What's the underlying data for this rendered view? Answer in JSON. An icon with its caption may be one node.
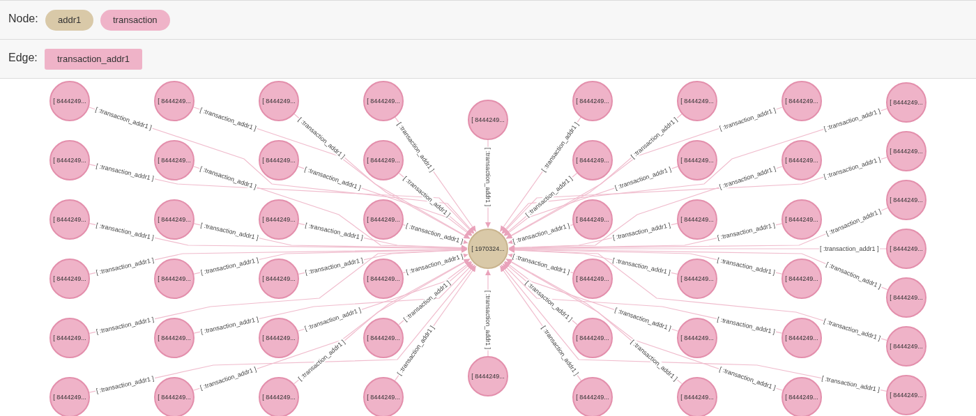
{
  "diagram": {
    "nodes": [
      {
        "text": [
          "[ 1970324..."
        ]
      },
      {
        "text": [
          "[ 8444249..."
        ]
      },
      {
        "text": [
          "[ 8444249..."
        ]
      },
      {
        "text": [
          "[ 8444249..."
        ]
      },
      {
        "text": [
          "[ 8444249..."
        ]
      },
      {
        "text": [
          "[ 8444249..."
        ]
      },
      {
        "text": [
          "[ 8444249..."
        ]
      },
      {
        "text": [
          "[ 8444249..."
        ]
      },
      {
        "text": [
          "[ 8444249..."
        ]
      },
      {
        "text": [
          "[ 8444249..."
        ]
      },
      {
        "text": [
          "[ 8444249..."
        ]
      },
      {
        "text": [
          "[ 8444249..."
        ]
      },
      {
        "text": [
          "[ 8444249..."
        ]
      },
      {
        "text": [
          "[ 8444249..."
        ]
      },
      {
        "text": [
          "[ 8444249..."
        ]
      },
      {
        "text": [
          "[ 8444249..."
        ]
      },
      {
        "text": [
          "[ 8444249..."
        ]
      },
      {
        "text": [
          "[ 8444249..."
        ]
      },
      {
        "text": [
          "[ 8444249..."
        ]
      },
      {
        "text": [
          "[ 8444249..."
        ]
      },
      {
        "text": [
          "[ 8444249..."
        ]
      },
      {
        "text": [
          "[ 8444249..."
        ]
      },
      {
        "text": [
          "[ 8444249..."
        ]
      },
      {
        "text": [
          "[ 8444249..."
        ]
      },
      {
        "text": [
          "[ 8444249..."
        ]
      },
      {
        "text": [
          "[ 8444249..."
        ]
      },
      {
        "text": [
          "[ 8444249..."
        ]
      },
      {
        "text": [
          "[ 8444249..."
        ]
      },
      {
        "text": [
          "[ 8444249..."
        ]
      },
      {
        "text": [
          "[ 8444249..."
        ]
      },
      {
        "text": [
          "[ 8444249..."
        ]
      },
      {
        "text": [
          "[ 8444249..."
        ]
      },
      {
        "text": [
          "[ 8444249..."
        ]
      },
      {
        "text": [
          "[ 8444249..."
        ]
      },
      {
        "text": [
          "[ 8444249..."
        ]
      },
      {
        "text": [
          "[ 8444249..."
        ]
      },
      {
        "text": [
          "[ 8444249..."
        ]
      },
      {
        "text": [
          "[ 8444249..."
        ]
      },
      {
        "text": [
          "[ 8444249..."
        ]
      },
      {
        "text": [
          "[ 8444249..."
        ]
      },
      {
        "text": [
          "[ 8444249..."
        ]
      },
      {
        "text": [
          "[ 8444249..."
        ]
      },
      {
        "text": [
          "[ 8444249..."
        ]
      },
      {
        "text": [
          "[ 8444249..."
        ]
      },
      {
        "text": [
          "[ 8444249..."
        ]
      },
      {
        "text": [
          "[ 8444249..."
        ]
      },
      {
        "text": [
          "[ 8444249..."
        ]
      },
      {
        "text": [
          "[ 8444249..."
        ]
      },
      {
        "text": [
          "[ 8444249..."
        ]
      },
      {
        "text": [
          "[ 8444249..."
        ]
      },
      {
        "text": [
          "[ 8444249..."
        ]
      },
      {
        "text": [
          "[ 8444249..."
        ]
      }
    ],
    "edges": [
      {
        "from": 1,
        "to": 0,
        "arrow": "to",
        "label": "[ :transaction_addr1 ]"
      },
      {
        "from": 2,
        "to": 0,
        "arrow": "to",
        "label": "[ :transaction_addr1 ]"
      },
      {
        "from": 3,
        "to": 0,
        "arrow": "to",
        "label": "[ :transaction_addr1 ]"
      },
      {
        "from": 4,
        "to": 0,
        "arrow": "to",
        "label": "[ :transaction_addr1 ]"
      },
      {
        "from": 5,
        "to": 0,
        "arrow": "to",
        "label": "[ :transaction_addr1 ]"
      },
      {
        "from": 6,
        "to": 0,
        "arrow": "to",
        "label": "[ :transaction_addr1 ]"
      },
      {
        "from": 7,
        "to": 0,
        "arrow": "to",
        "label": "[ :transaction_addr1 ]"
      },
      {
        "from": 8,
        "to": 0,
        "arrow": "to",
        "label": "[ :transaction_addr1 ]"
      },
      {
        "from": 9,
        "to": 0,
        "arrow": "to",
        "label": "[ :transaction_addr1 ]"
      },
      {
        "from": 10,
        "to": 0,
        "arrow": "to",
        "label": "[ :transaction_addr1 ]"
      },
      {
        "from": 11,
        "to": 0,
        "arrow": "to",
        "label": "[ :transaction_addr1 ]"
      },
      {
        "from": 12,
        "to": 0,
        "arrow": "to",
        "label": "[ :transaction_addr1 ]"
      },
      {
        "from": 13,
        "to": 0,
        "arrow": "to",
        "label": "[ :transaction_addr1 ]"
      },
      {
        "from": 14,
        "to": 0,
        "arrow": "to",
        "label": "[ :transaction_addr1 ]"
      },
      {
        "from": 15,
        "to": 0,
        "arrow": "to",
        "label": "[ :transaction_addr1 ]"
      },
      {
        "from": 16,
        "to": 0,
        "arrow": "to",
        "label": "[ :transaction_addr1 ]"
      },
      {
        "from": 17,
        "to": 0,
        "arrow": "to",
        "label": "[ :transaction_addr1 ]"
      },
      {
        "from": 18,
        "to": 0,
        "arrow": "to",
        "label": "[ :transaction_addr1 ]"
      },
      {
        "from": 19,
        "to": 0,
        "arrow": "to",
        "label": "[ :transaction_addr1 ]"
      },
      {
        "from": 20,
        "to": 0,
        "arrow": "to",
        "label": "[ :transaction_addr1 ]"
      },
      {
        "from": 21,
        "to": 0,
        "arrow": "to",
        "label": "[ :transaction_addr1 ]"
      },
      {
        "from": 22,
        "to": 0,
        "arrow": "to",
        "label": "[ :transaction_addr1 ]"
      },
      {
        "from": 23,
        "to": 0,
        "arrow": "to",
        "label": "[ :transaction_addr1 ]"
      },
      {
        "from": 24,
        "to": 0,
        "arrow": "to",
        "label": "[ :transaction_addr1 ]"
      },
      {
        "from": 25,
        "to": 0,
        "arrow": "to",
        "label": "[ :transaction_addr1 ]"
      },
      {
        "from": 26,
        "to": 0,
        "arrow": "to",
        "label": "[ :transaction_addr1 ]"
      },
      {
        "from": 27,
        "to": 0,
        "arrow": "to",
        "label": "[ :transaction_addr1 ]"
      },
      {
        "from": 28,
        "to": 0,
        "arrow": "to",
        "label": "[ :transaction_addr1 ]"
      },
      {
        "from": 29,
        "to": 0,
        "arrow": "to",
        "label": "[ :transaction_addr1 ]"
      },
      {
        "from": 30,
        "to": 0,
        "arrow": "to",
        "label": "[ :transaction_addr1 ]"
      },
      {
        "from": 31,
        "to": 0,
        "arrow": "to",
        "label": "[ :transaction_addr1 ]"
      },
      {
        "from": 32,
        "to": 0,
        "arrow": "to",
        "label": "[ :transaction_addr1 ]"
      },
      {
        "from": 33,
        "to": 0,
        "arrow": "to",
        "label": "[ :transaction_addr1 ]"
      },
      {
        "from": 34,
        "to": 0,
        "arrow": "to",
        "label": "[ :transaction_addr1 ]"
      },
      {
        "from": 35,
        "to": 0,
        "arrow": "to",
        "label": "[ :transaction_addr1 ]"
      },
      {
        "from": 36,
        "to": 0,
        "arrow": "to",
        "label": "[ :transaction_addr1 ]"
      },
      {
        "from": 37,
        "to": 0,
        "arrow": "to",
        "label": "[ :transaction_addr1 ]"
      },
      {
        "from": 38,
        "to": 0,
        "arrow": "to",
        "label": "[ :transaction_addr1 ]"
      },
      {
        "from": 39,
        "to": 0,
        "arrow": "to",
        "label": "[ :transaction_addr1 ]"
      },
      {
        "from": 40,
        "to": 0,
        "arrow": "to",
        "label": "[ :transaction_addr1 ]"
      },
      {
        "from": 41,
        "to": 0,
        "arrow": "to",
        "label": "[ :transaction_addr1 ]"
      },
      {
        "from": 42,
        "to": 0,
        "arrow": "to",
        "label": "[ :transaction_addr1 ]"
      },
      {
        "from": 43,
        "to": 0,
        "arrow": "to",
        "label": "[ :transaction_addr1 ]"
      },
      {
        "from": 44,
        "to": 0,
        "arrow": "to",
        "label": "[ :transaction_addr1 ]"
      },
      {
        "from": 45,
        "to": 0,
        "arrow": "to",
        "label": "[ :transaction_addr1 ]"
      },
      {
        "from": 46,
        "to": 0,
        "arrow": "to",
        "label": "[ :transaction_addr1 ]"
      },
      {
        "from": 47,
        "to": 0,
        "arrow": "to",
        "label": "[ :transaction_addr1 ]"
      },
      {
        "from": 48,
        "to": 0,
        "arrow": "to",
        "label": "[ :transaction_addr1 ]"
      },
      {
        "from": 49,
        "to": 0,
        "arrow": "to",
        "label": "[ :transaction_addr1 ]"
      },
      {
        "from": 50,
        "to": 0,
        "arrow": "to",
        "label": "[ :transaction_addr1 ]"
      },
      {
        "from": 51,
        "to": 0,
        "arrow": "to",
        "label": "[ :transaction_addr1 ]"
      }
    ],
    "labels": [
      "Node:",
      "Edge:"
    ],
    "legend": [
      {
        "text": "addr1",
        "color": "#d9c9a8"
      },
      {
        "text": "transaction",
        "color": "#efb3c8"
      },
      {
        "text": "transaction_addr1",
        "color": "#efb3c8"
      }
    ]
  }
}
